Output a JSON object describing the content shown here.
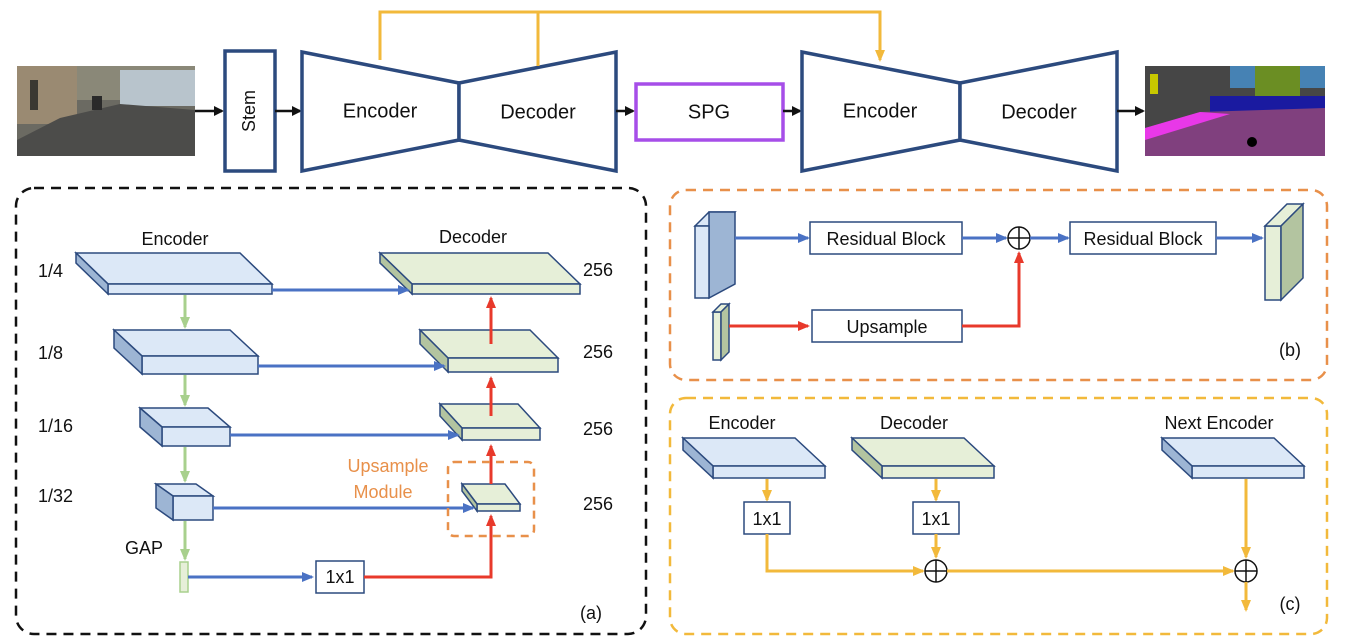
{
  "top": {
    "stem": "Stem",
    "encoder1": "Encoder",
    "decoder1": "Decoder",
    "spg": "SPG",
    "encoder2": "Encoder",
    "decoder2": "Decoder"
  },
  "panel_a": {
    "encoder_title": "Encoder",
    "decoder_title": "Decoder",
    "scales": [
      "1/4",
      "1/8",
      "1/16",
      "1/32"
    ],
    "channels": [
      "256",
      "256",
      "256",
      "256"
    ],
    "gap": "GAP",
    "conv": "1x1",
    "upsample_module_line1": "Upsample",
    "upsample_module_line2": "Module",
    "caption": "(a)"
  },
  "panel_b": {
    "residual1": "Residual Block",
    "residual2": "Residual Block",
    "upsample": "Upsample",
    "caption": "(b)"
  },
  "panel_c": {
    "encoder": "Encoder",
    "decoder": "Decoder",
    "next_encoder": "Next Encoder",
    "conv1": "1x1",
    "conv2": "1x1",
    "caption": "(c)"
  },
  "colors": {
    "blue_arrow": "#4a72c4",
    "red_arrow": "#e8392b",
    "green_arrow": "#a8d08d",
    "yellow": "#f2b93b",
    "orange_dash": "#e8904a",
    "purple": "#a64ee8",
    "navy": "#2c4a7e",
    "block_blue": "#dce8f7",
    "block_green": "#e6efd8"
  }
}
